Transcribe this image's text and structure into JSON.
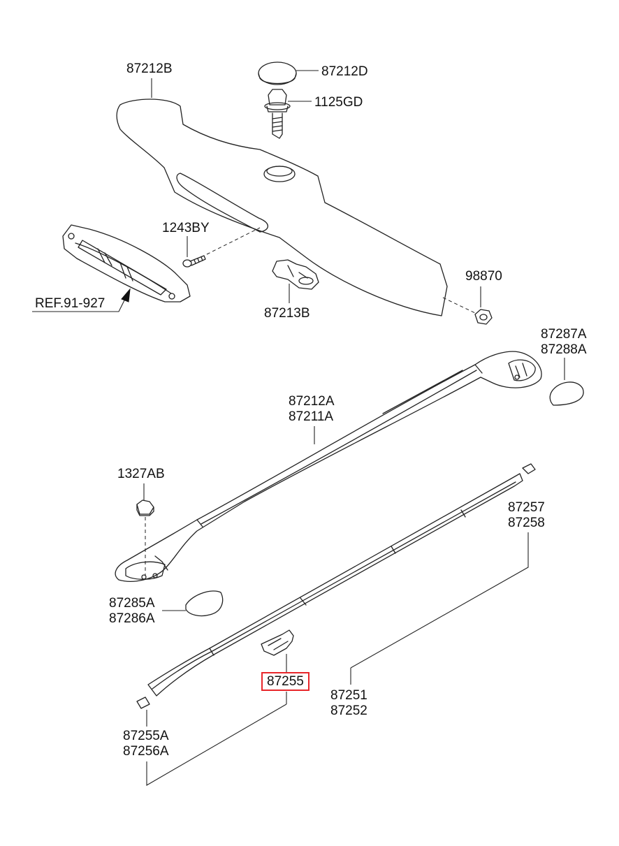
{
  "labels": {
    "l_87212B": "87212B",
    "l_87212D": "87212D",
    "l_1125GD": "1125GD",
    "l_1243BY": "1243BY",
    "l_ref": "REF.91-927",
    "l_87213B": "87213B",
    "l_98870": "98870",
    "l_87287A": "87287A",
    "l_87288A": "87288A",
    "l_87212A": "87212A",
    "l_87211A": "87211A",
    "l_1327AB": "1327AB",
    "l_87257": "87257",
    "l_87258": "87258",
    "l_87285A": "87285A",
    "l_87286A": "87286A",
    "l_87255": "87255",
    "l_87251": "87251",
    "l_87252": "87252",
    "l_87255A": "87255A",
    "l_87256A": "87256A"
  },
  "highlight": {
    "part_number": "87255",
    "color": "#e8262a"
  }
}
